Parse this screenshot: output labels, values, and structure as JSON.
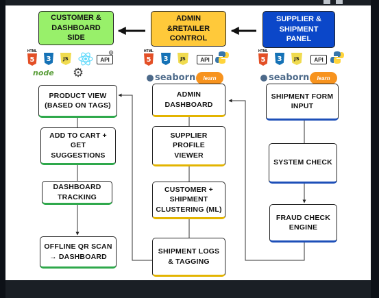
{
  "panels": {
    "customer": "CUSTOMER &\nDASHBOARD SIDE",
    "admin": "ADMIN &RETAILER\nCONTROL",
    "supplier": "SUPPLIER &\nSHIPMENT PANEL"
  },
  "customer_nodes": [
    "PRODUCT VIEW\n(BASED ON TAGS)",
    "ADD TO CART +\nGET\nSUGGESTIONS",
    "DASHBOARD\nTRACKING",
    "OFFLINE QR SCAN\n→ DASHBOARD"
  ],
  "admin_nodes": [
    "ADMIN\nDASHBOARD",
    "SUPPLIER PROFILE\nVIEWER",
    "CUSTOMER +\nSHIPMENT\nCLUSTERING (ML)",
    "SHIPMENT LOGS\n& TAGGING"
  ],
  "supplier_nodes": [
    "SHIPMENT FORM\nINPUT",
    "SYSTEM CHECK",
    "FRAUD CHECK\nENGINE"
  ],
  "logos": {
    "html5": "5",
    "css3": "3",
    "js": "JS",
    "html5_caption": "HTML",
    "api": "API",
    "node": "node",
    "seaborn": "seaborn",
    "learn": "learn"
  },
  "colors": {
    "green": "#98f06a",
    "yellow": "#ffc93a",
    "blue": "#0b47c9",
    "html5": "#e34f26",
    "css3": "#1572b6",
    "js": "#f0db4f"
  }
}
